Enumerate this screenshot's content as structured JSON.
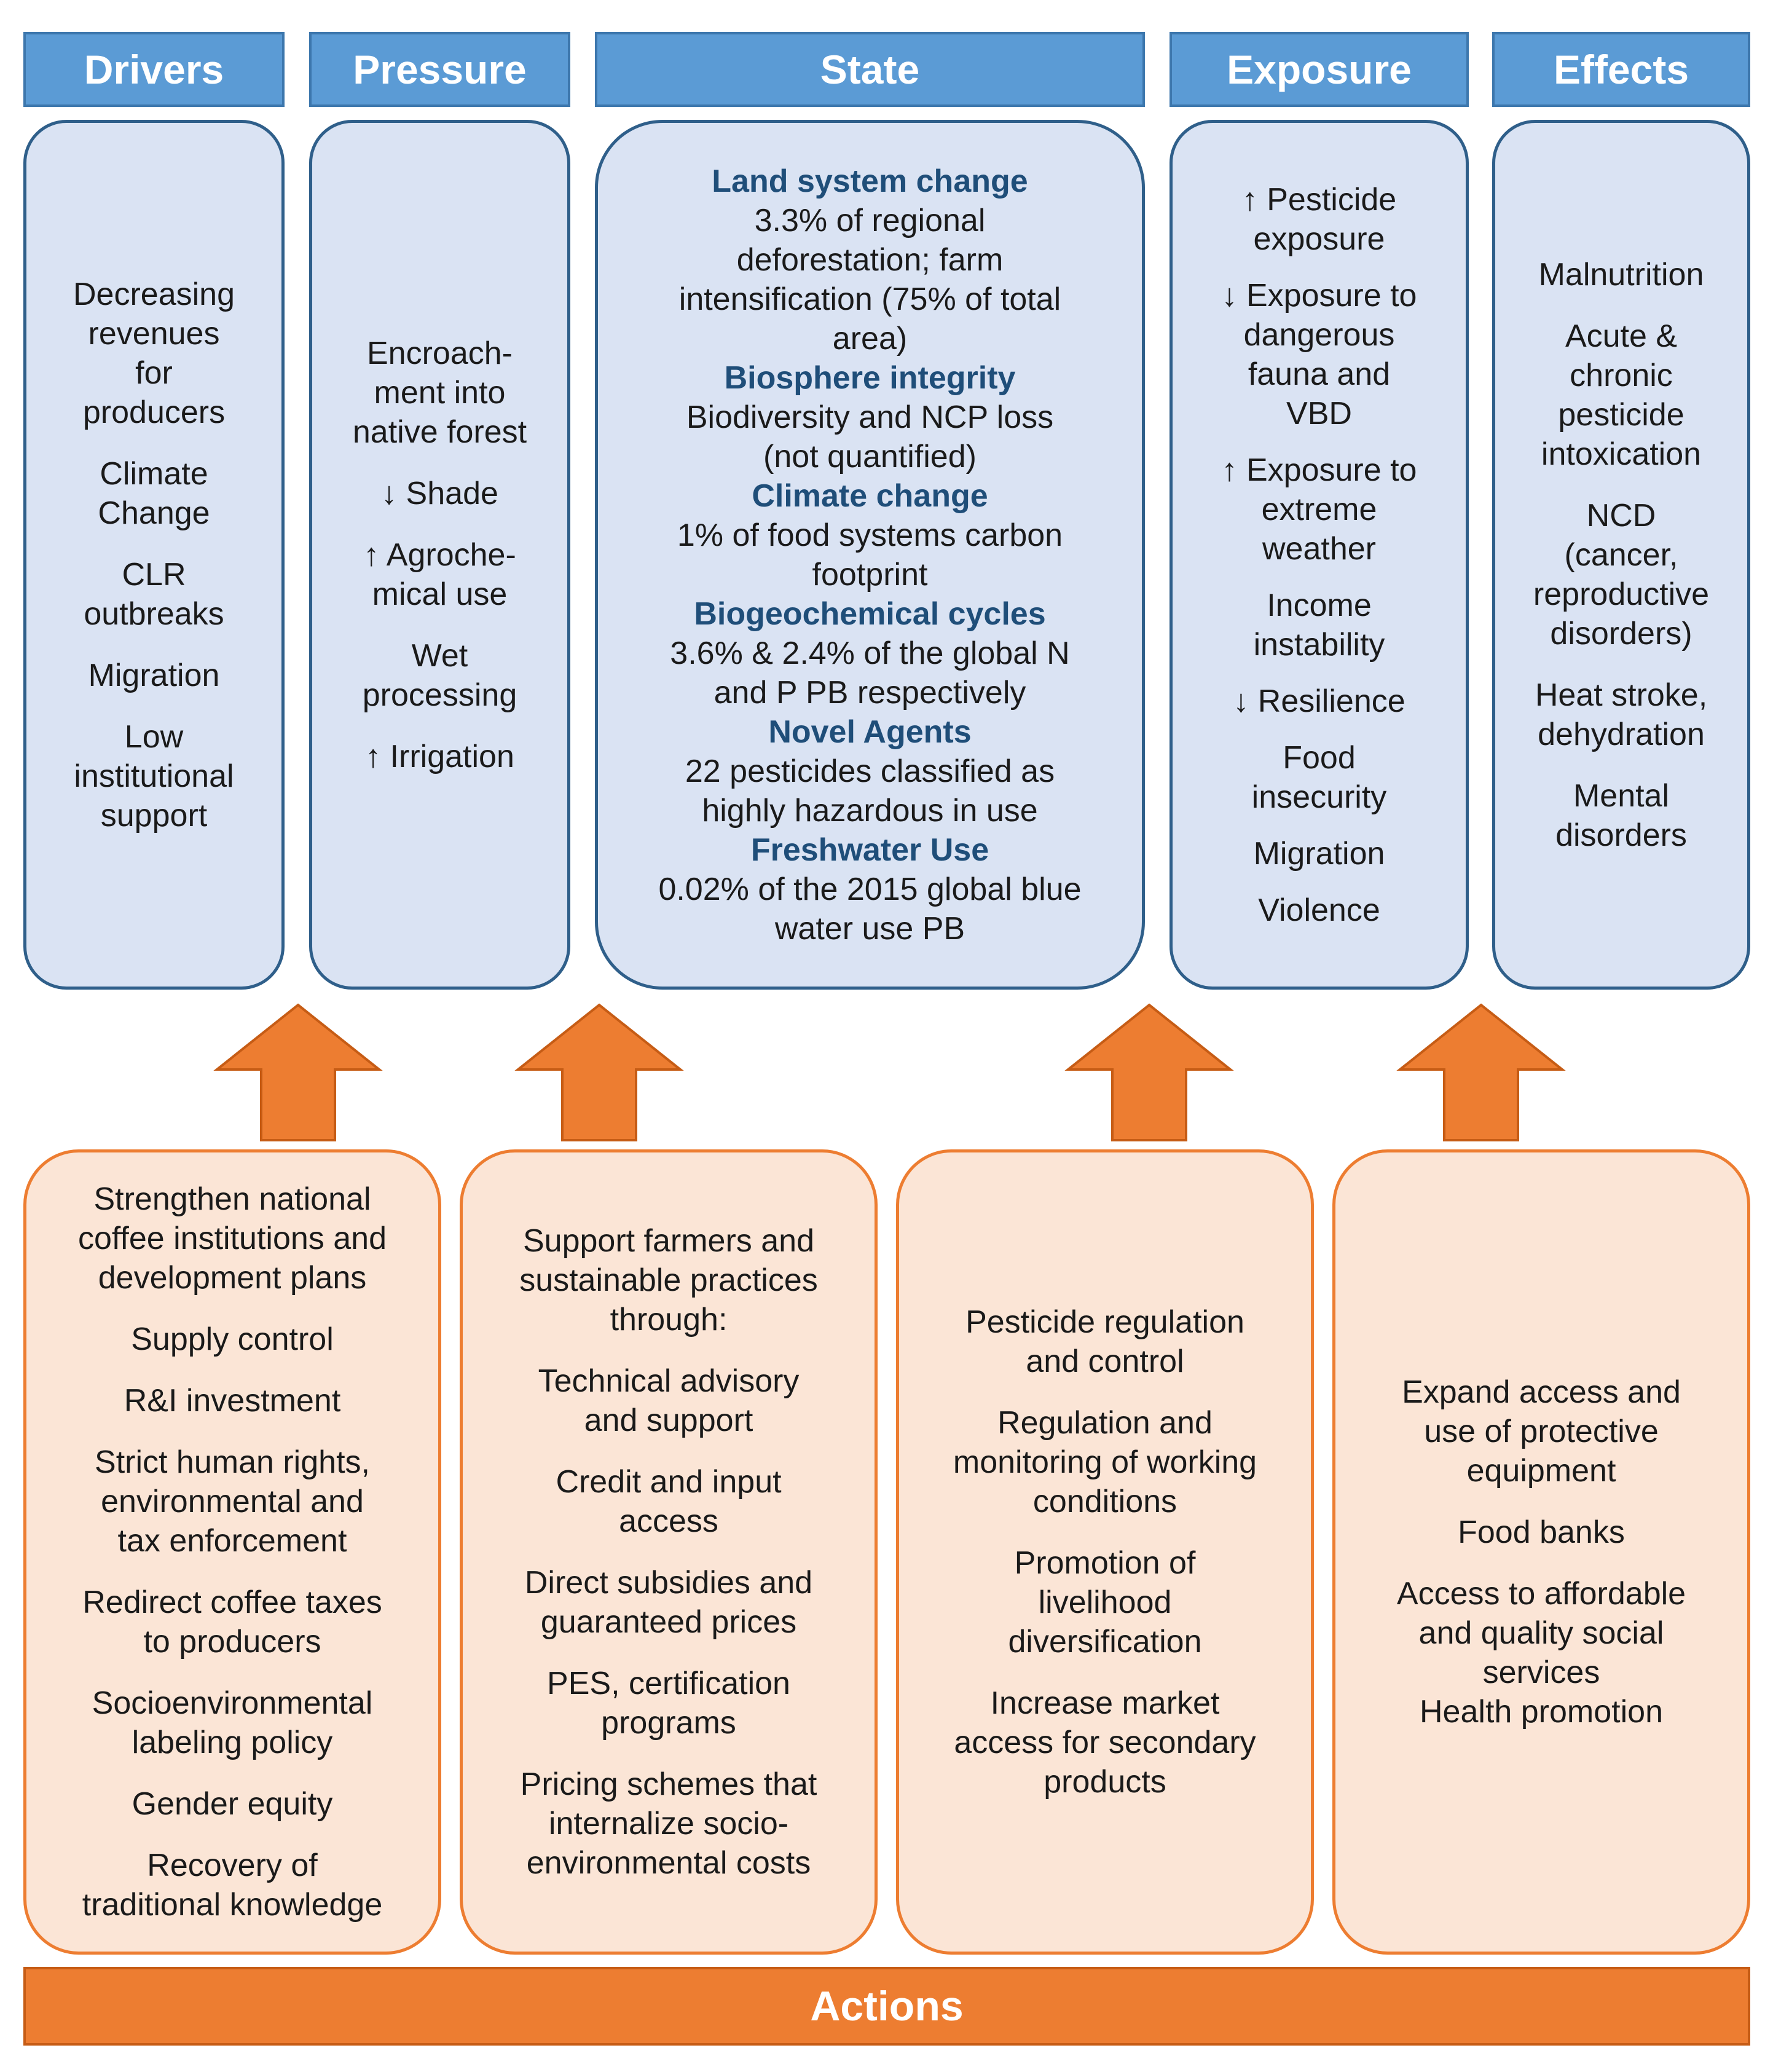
{
  "headers": {
    "drivers": "Drivers",
    "pressure": "Pressure",
    "state": "State",
    "exposure": "Exposure",
    "effects": "Effects"
  },
  "drivers": [
    "Decreasing\nrevenues\nfor\nproducers",
    "Climate\nChange",
    "CLR\noutbreaks",
    "Migration",
    "Low\ninstitutional\nsupport"
  ],
  "pressure": [
    "Encroach-\nment into\nnative forest",
    "↓ Shade",
    "↑ Agroche-\nmical use",
    "Wet\nprocessing",
    "↑ Irrigation"
  ],
  "state": [
    {
      "title": "Land system change",
      "body": "3.3% of regional\ndeforestation; farm\nintensification (75% of total\narea)"
    },
    {
      "title": "Biosphere integrity",
      "body": "Biodiversity and NCP loss\n(not quantified)"
    },
    {
      "title": "Climate change",
      "body": "1% of food systems carbon\nfootprint"
    },
    {
      "title": "Biogeochemical cycles",
      "body": "3.6% & 2.4% of the global N\nand P PB respectively"
    },
    {
      "title": "Novel Agents",
      "body": "22 pesticides classified as\nhighly hazardous in use"
    },
    {
      "title": "Freshwater Use",
      "body": "0.02% of the 2015 global blue\nwater use PB"
    }
  ],
  "exposure": [
    "↑ Pesticide\nexposure",
    "↓ Exposure to\ndangerous\nfauna and\nVBD",
    "↑ Exposure to\nextreme\nweather",
    "Income\ninstability",
    "↓ Resilience",
    "Food\ninsecurity",
    "Migration",
    "Violence"
  ],
  "effects": [
    "Malnutrition",
    "Acute &\nchronic\npesticide\nintoxication",
    "NCD\n(cancer,\nreproductive\ndisorders)",
    "Heat stroke,\ndehydration",
    "Mental\ndisorders"
  ],
  "actions": {
    "label": "Actions",
    "box1": [
      "Strengthen national\ncoffee institutions and\ndevelopment plans",
      "Supply control",
      "R&I investment",
      "Strict human rights,\nenvironmental and\ntax enforcement",
      "Redirect coffee taxes\nto producers",
      "Socioenvironmental\nlabeling policy",
      "Gender equity",
      "Recovery of\ntraditional knowledge"
    ],
    "box2": [
      "Support farmers and\nsustainable practices\nthrough:",
      "Technical advisory\nand support",
      "Credit and input\naccess",
      "Direct subsidies and\nguaranteed prices",
      "PES, certification\nprograms",
      "Pricing schemes that\ninternalize socio-\nenvironmental costs"
    ],
    "box3": [
      "Pesticide regulation\nand control",
      "Regulation and\nmonitoring of working\nconditions",
      "Promotion of\nlivelihood\ndiversification",
      "Increase market\naccess for secondary\nproducts"
    ],
    "box4": [
      "Expand access and\nuse of protective\nequipment",
      "Food banks",
      "Access to affordable\nand quality social\nservices\nHealth promotion"
    ]
  },
  "colors": {
    "header_blue": "#5b9bd5",
    "box_blue_fill": "#dae3f3",
    "box_blue_border": "#2f5f8a",
    "section_title": "#1f4e79",
    "orange": "#ed7d31",
    "box_orange_fill": "#fbe5d6"
  }
}
